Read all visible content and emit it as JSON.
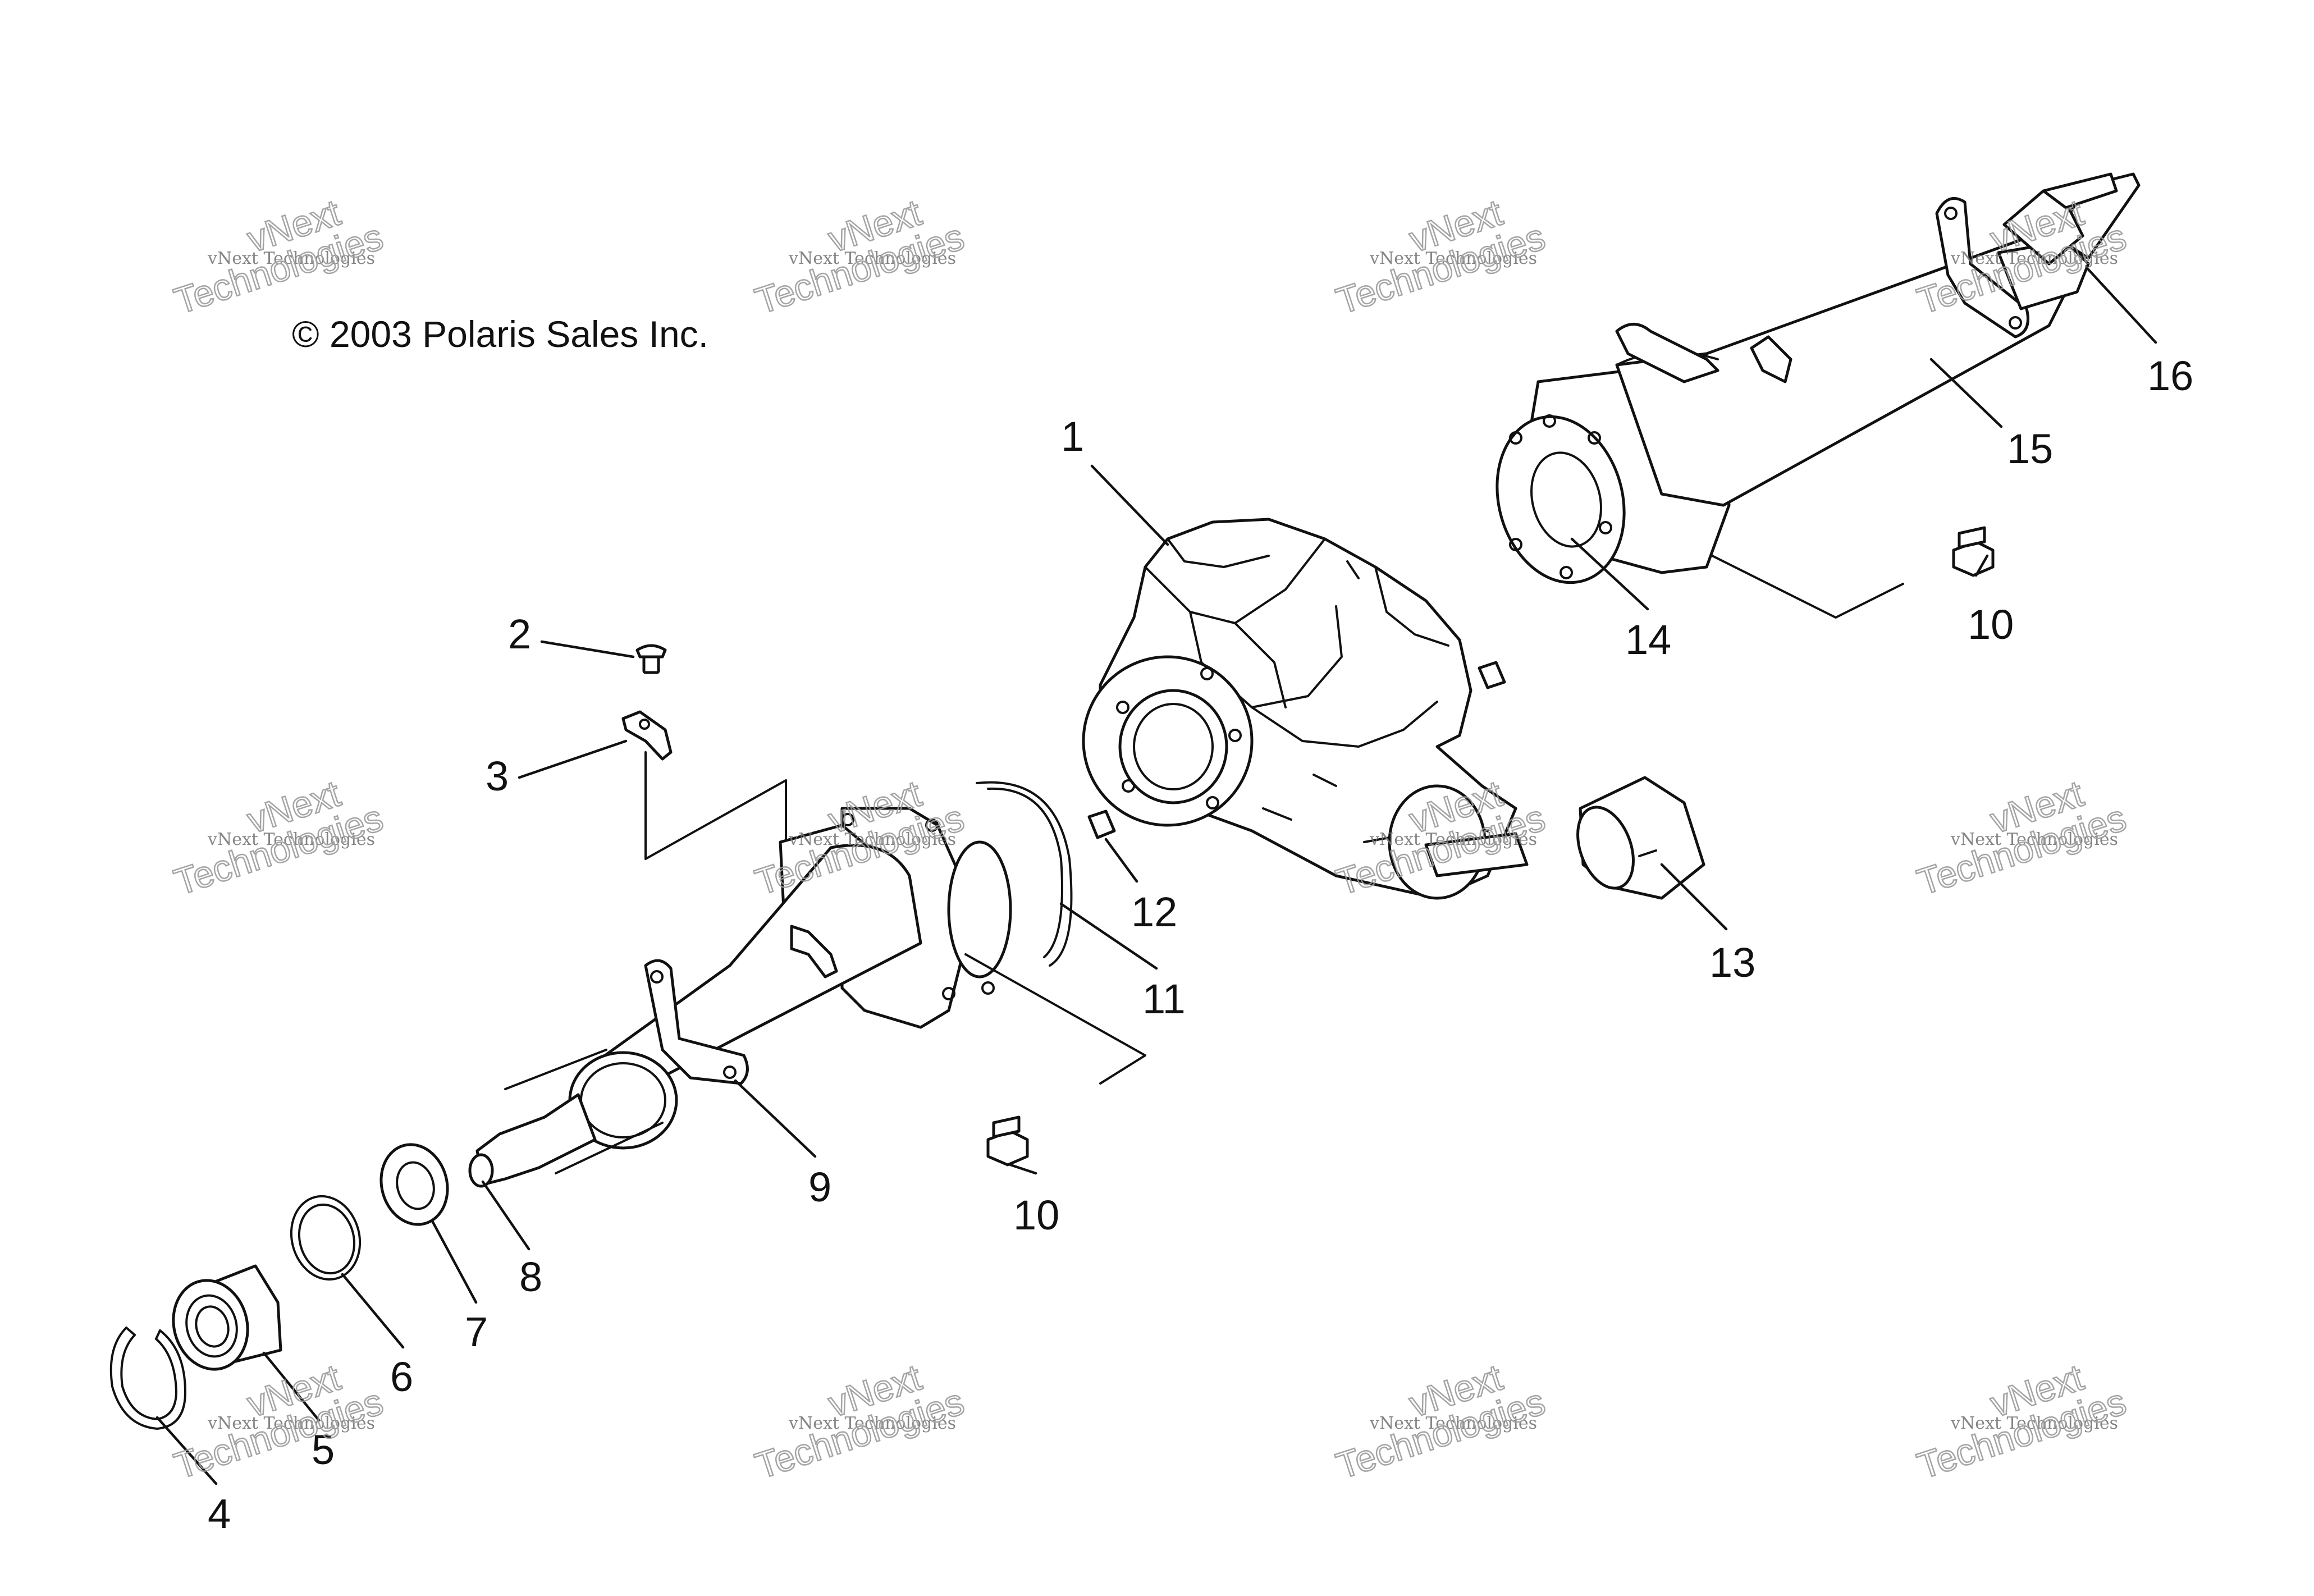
{
  "copyright": "© 2003 Polaris Sales Inc.",
  "watermark": {
    "line1": "vNext Technologies",
    "line2": "vNext",
    "line3": "Technologies"
  },
  "callouts": [
    "1",
    "2",
    "3",
    "4",
    "5",
    "6",
    "7",
    "8",
    "9",
    "10",
    "10",
    "11",
    "12",
    "13",
    "14",
    "15",
    "16"
  ]
}
